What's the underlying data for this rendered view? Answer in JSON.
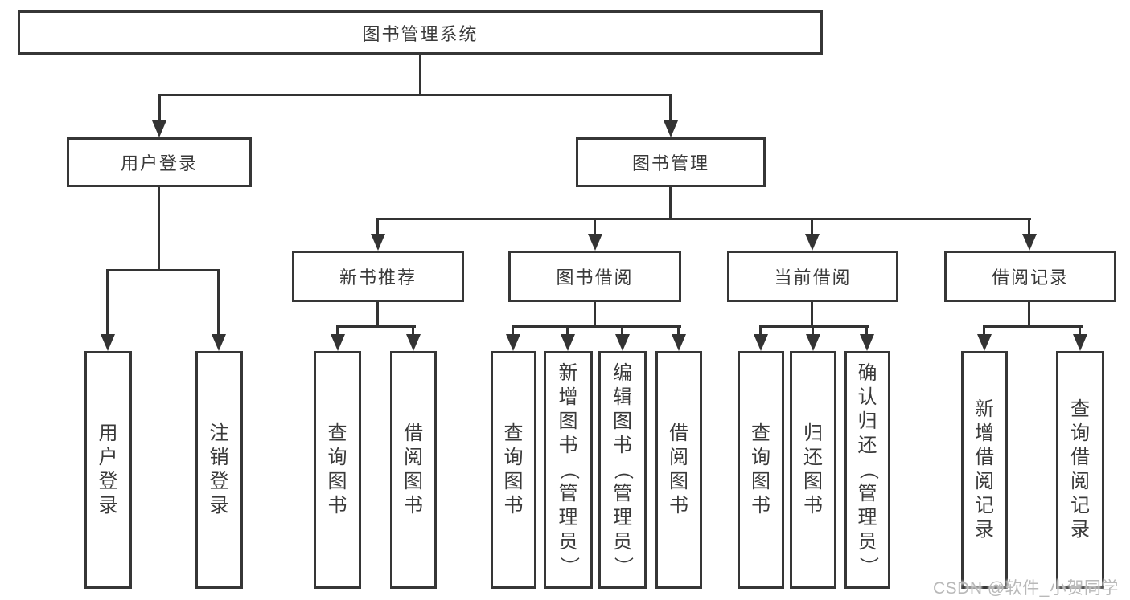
{
  "diagram_title": "图书管理系统",
  "diagram_type": "functional-structure-tree",
  "tree": {
    "label": "图书管理系统",
    "children": [
      {
        "label": "用户登录",
        "children": [
          {
            "label": "用户登录"
          },
          {
            "label": "注销登录"
          }
        ]
      },
      {
        "label": "图书管理",
        "children": [
          {
            "label": "新书推荐",
            "children": [
              {
                "label": "查询图书"
              },
              {
                "label": "借阅图书"
              }
            ]
          },
          {
            "label": "图书借阅",
            "children": [
              {
                "label": "查询图书"
              },
              {
                "label": "新增图书（管理员）"
              },
              {
                "label": "编辑图书（管理员）"
              },
              {
                "label": "借阅图书"
              }
            ]
          },
          {
            "label": "当前借阅",
            "children": [
              {
                "label": "查询图书"
              },
              {
                "label": "归还图书"
              },
              {
                "label": "确认归还（管理员）"
              }
            ]
          },
          {
            "label": "借阅记录",
            "children": [
              {
                "label": "新增借阅记录"
              },
              {
                "label": "查询借阅记录"
              }
            ]
          }
        ]
      }
    ]
  },
  "watermark": "CSDN @软件_小贺同学",
  "colors": {
    "line": "#333333",
    "box_border": "#363636",
    "box_background": "#ffffff",
    "text": "#3a3a3a",
    "page_background": "#ffffff",
    "watermark": "#b9b9b9"
  }
}
